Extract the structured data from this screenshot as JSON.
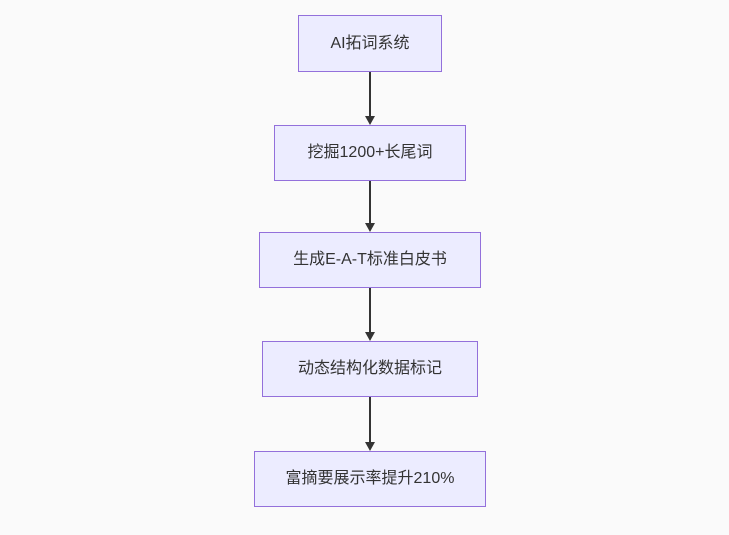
{
  "diagram": {
    "type": "flowchart",
    "direction": "top-down",
    "nodes": [
      {
        "label": "AI拓词系统"
      },
      {
        "label": "挖掘1200+长尾词"
      },
      {
        "label": "生成E-A-T标准白皮书"
      },
      {
        "label": "动态结构化数据标记"
      },
      {
        "label": "富摘要展示率提升210%"
      }
    ],
    "edges": [
      {
        "from": "AI拓词系统",
        "to": "挖掘1200+长尾词"
      },
      {
        "from": "挖掘1200+长尾词",
        "to": "生成E-A-T标准白皮书"
      },
      {
        "from": "生成E-A-T标准白皮书",
        "to": "动态结构化数据标记"
      },
      {
        "from": "动态结构化数据标记",
        "to": "富摘要展示率提升210%"
      }
    ]
  },
  "theme": {
    "background": "#fafafa",
    "node_fill": "#ececff",
    "node_border": "#9370db",
    "node_text": "#333333",
    "arrow": "#333333"
  }
}
